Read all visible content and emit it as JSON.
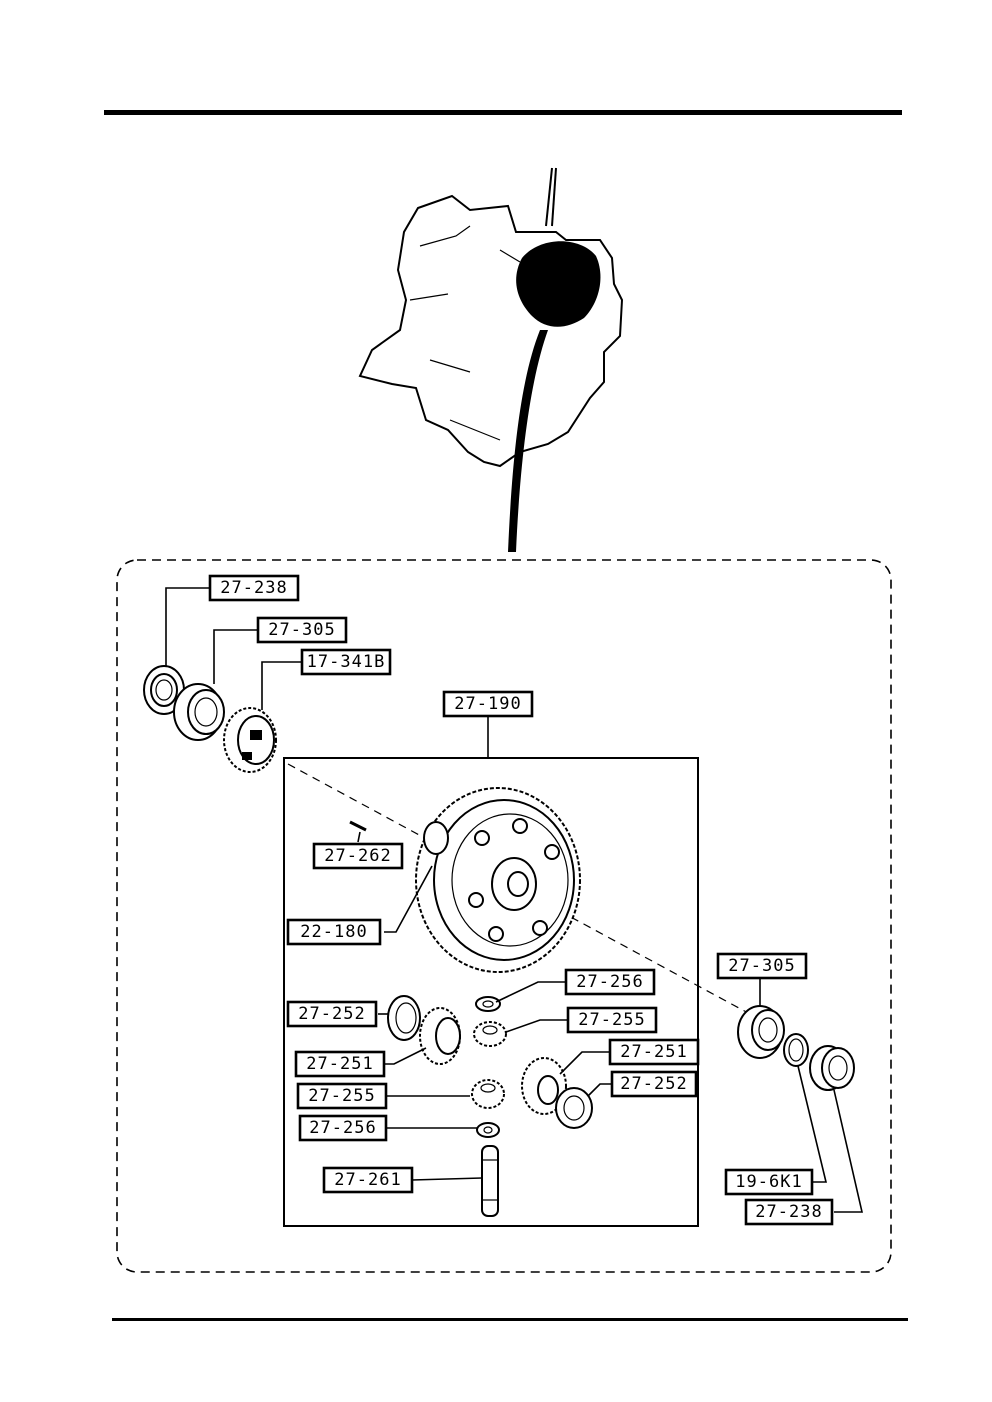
{
  "diagram": {
    "labels": {
      "top_bearing": "27-238",
      "top_bearing_race": "27-305",
      "speedometer_gear": "17-341B",
      "differential_assy": "27-190",
      "pin": "27-262",
      "ring_gear": "22-180",
      "right_race": "27-305",
      "washer_upper": "27-256",
      "side_washer_left": "27-252",
      "pinion_upper": "27-255",
      "side_gear_left": "27-251",
      "side_gear_right": "27-251",
      "pinion_lower": "27-255",
      "side_washer_right": "27-252",
      "washer_lower": "27-256",
      "pinion_shaft": "27-261",
      "shim": "19-6K1",
      "right_bearing": "27-238"
    }
  }
}
